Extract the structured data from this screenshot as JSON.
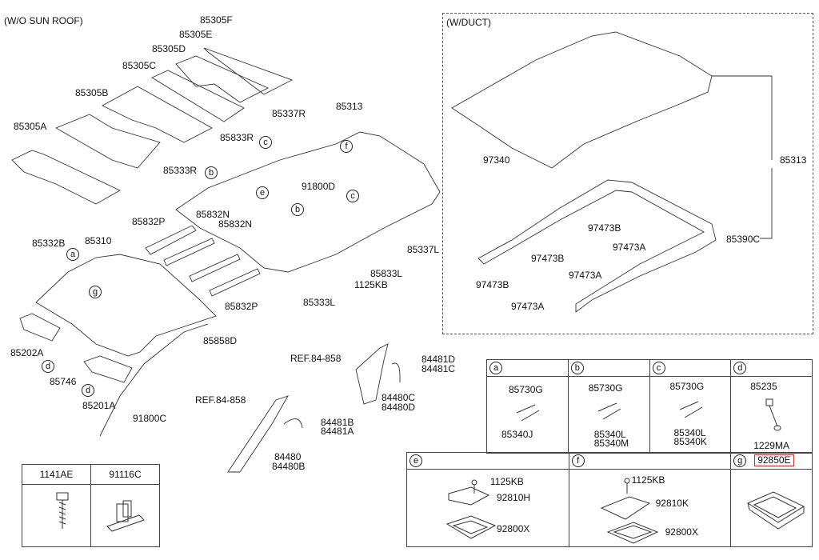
{
  "section_titles": {
    "wo_sunroof": "(W/O SUN ROOF)",
    "w_duct": "(W/DUCT)"
  },
  "callouts": {
    "a": "a",
    "b": "b",
    "c": "c",
    "d": "d",
    "e": "e",
    "f": "f",
    "g": "g"
  },
  "parts": {
    "p85305F": "85305F",
    "p85305E": "85305E",
    "p85305D": "85305D",
    "p85305C": "85305C",
    "p85305B": "85305B",
    "p85305A": "85305A",
    "p85337R": "85337R",
    "p85833R": "85833R",
    "p85333R": "85333R",
    "p85313": "85313",
    "p91800D": "91800D",
    "p85832P_top": "85832P",
    "p85832N_1": "85832N",
    "p85832N_2": "85832N",
    "p85332B": "85332B",
    "p85310": "85310",
    "p85337L": "85337L",
    "p85833L": "85833L",
    "p1125KB": "1125KB",
    "p85333L": "85333L",
    "p85832P_bot": "85832P",
    "p85858D": "85858D",
    "p85202A": "85202A",
    "p85746": "85746",
    "p85201A": "85201A",
    "p91800C": "91800C",
    "ref1": "REF.84-858",
    "ref2": "REF.84-858",
    "p84481D": "84481D",
    "p84481C": "84481C",
    "p84480C": "84480C",
    "p84480D": "84480D",
    "p84481B": "84481B",
    "p84481A": "84481A",
    "p84480": "84480",
    "p84480B": "84480B",
    "duct_97340": "97340",
    "duct_85313": "85313",
    "duct_97473B_1": "97473B",
    "duct_97473B_2": "97473B",
    "duct_97473B_3": "97473B",
    "duct_97473A_1": "97473A",
    "duct_97473A_2": "97473A",
    "duct_97473A_3": "97473A",
    "duct_85390C": "85390C"
  },
  "fastener_table": {
    "headers": [
      "1141AE",
      "91116C"
    ],
    "icons": [
      "bolt-icon",
      "clip-icon"
    ]
  },
  "callout_table": {
    "row1": [
      {
        "key": "a",
        "parts": [
          "85730G",
          "85340J"
        ]
      },
      {
        "key": "b",
        "parts": [
          "85730G",
          "85340L",
          "85340M"
        ]
      },
      {
        "key": "c",
        "parts": [
          "85730G",
          "85340L",
          "85340K"
        ]
      },
      {
        "key": "d",
        "parts": [
          "85235",
          "1229MA"
        ]
      }
    ],
    "row2": [
      {
        "key": "e",
        "parts": [
          "1125KB",
          "92810H",
          "92800X"
        ]
      },
      {
        "key": "f",
        "parts": [
          "1125KB",
          "92810K",
          "92800X"
        ]
      },
      {
        "key": "g",
        "parts": [
          "92850E"
        ],
        "highlighted": "92850E"
      }
    ]
  },
  "colors": {
    "highlight": "#e0262b",
    "line": "#222222"
  }
}
